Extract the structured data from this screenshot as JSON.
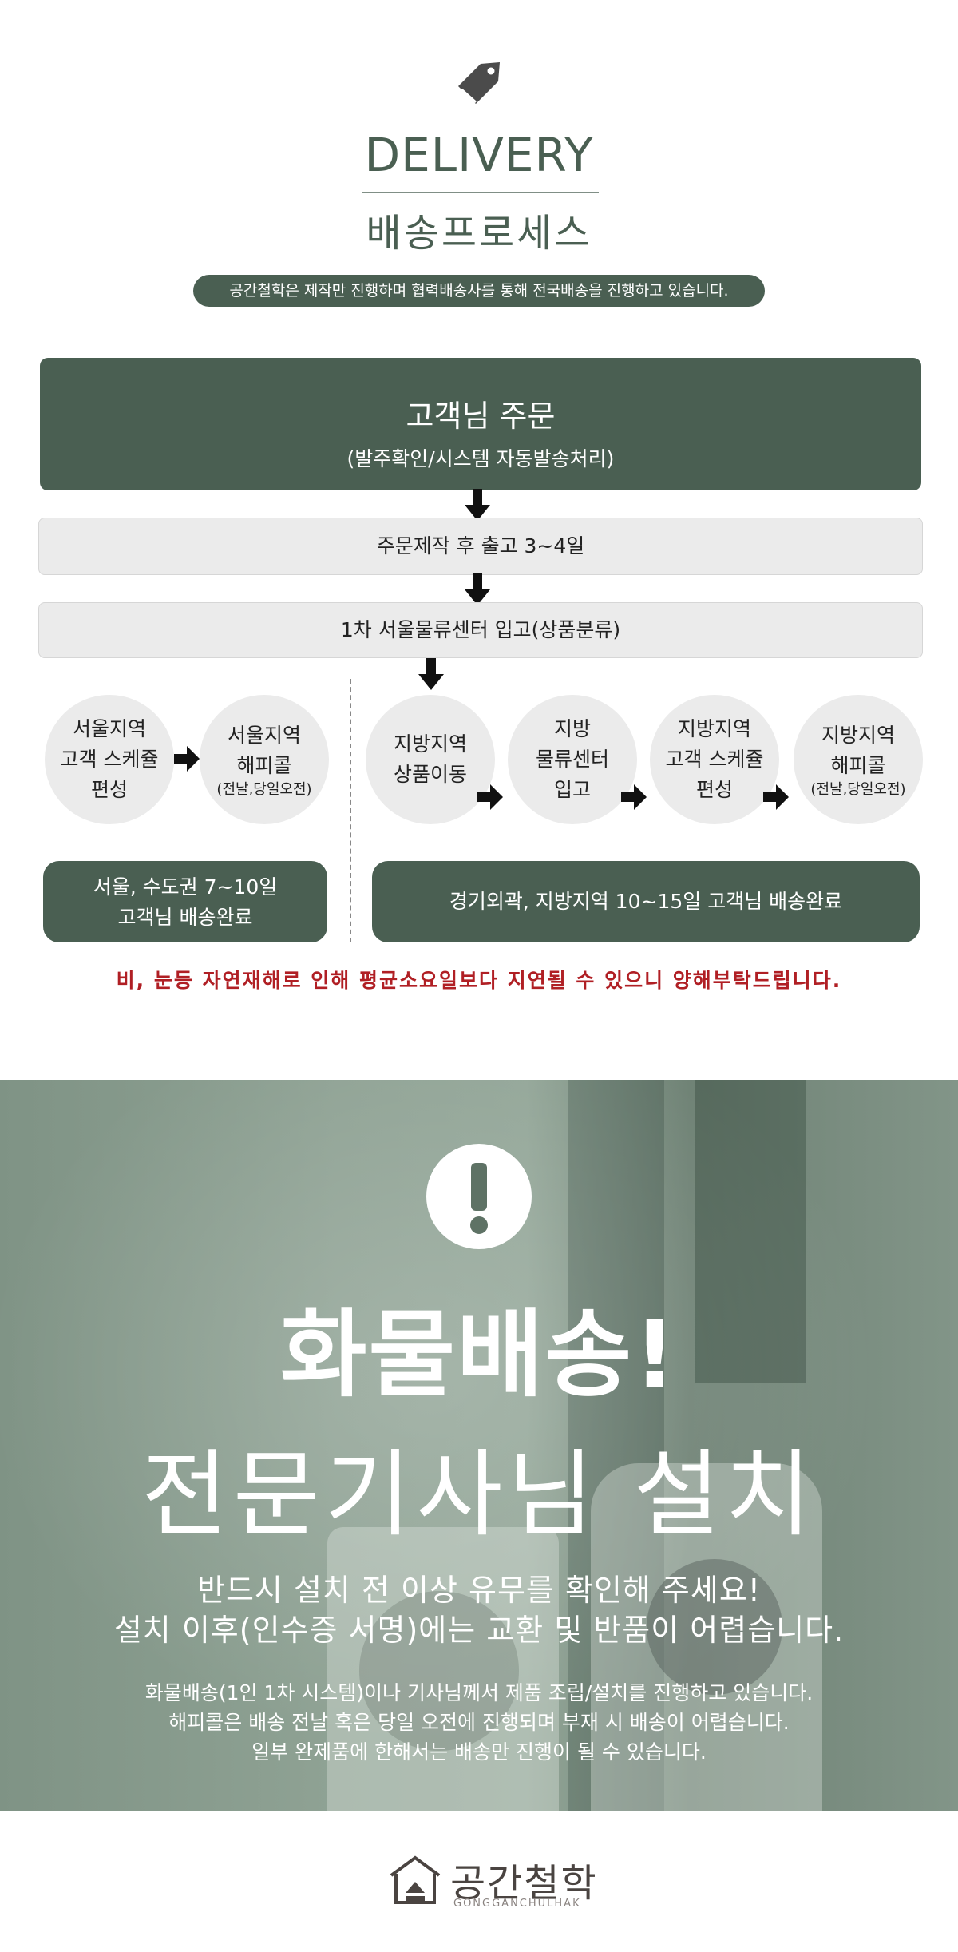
{
  "header": {
    "title": "DELIVERY",
    "subtitle": "배송프로세스",
    "notice": "공간철학은 제작만 진행하며 협력배송사를 통해 전국배송을 진행하고 있습니다."
  },
  "flow": {
    "order_title": "고객님 주문",
    "order_sub": "(발주확인/시스템 자동발송처리)",
    "production": "주문제작 후 출고 3~4일",
    "center": "1차 서울물류센터 입고(상품분류)",
    "seoul_steps": [
      {
        "label": "서울지역\n고객 스케쥴\n편성"
      },
      {
        "label": "서울지역\n해피콜",
        "note": "(전날,당일오전)"
      }
    ],
    "local_steps": [
      {
        "label": "지방지역\n상품이동"
      },
      {
        "label": "지방\n물류센터\n입고"
      },
      {
        "label": "지방지역\n고객 스케쥴\n편성"
      },
      {
        "label": "지방지역\n해피콜",
        "note": "(전날,당일오전)"
      }
    ],
    "seoul_result": "서울, 수도권 7~10일\n고객님 배송완료",
    "local_result": "경기외곽, 지방지역 10~15일  고객님 배송완료",
    "warning": "비, 눈등 자연재해로 인해 평균소요일보다 지연될 수 있으니 양해부탁드립니다."
  },
  "install": {
    "cargo": "화물배송!",
    "installer": "전문기사님 설치",
    "check_line1": "반드시 설치 전 이상 유무를 확인해 주세요!",
    "check_line2": "설치 이후(인수증 서명)에는 교환 및 반품이 어렵습니다.",
    "info_lines": [
      "화물배송(1인 1차 시스템)이나 기사님께서 제품 조립/설치를 진행하고 있습니다.",
      "해피콜은 배송 전날 혹은 당일 오전에 진행되며 부재 시 배송이 어렵습니다.",
      "일부 완제품에 한해서는 배송만 진행이 될 수 있습니다."
    ]
  },
  "footer": {
    "brand": "공간철학",
    "brand_en": "GONGGANCHULHAK"
  },
  "colors": {
    "brand_green": "#4a5f52",
    "warning_red": "#b01f24",
    "step_gray": "#ebebeb"
  },
  "icons": [
    "price-tag-icon",
    "arrow-down-icon",
    "arrow-right-icon",
    "exclamation-icon",
    "house-logo-icon"
  ]
}
